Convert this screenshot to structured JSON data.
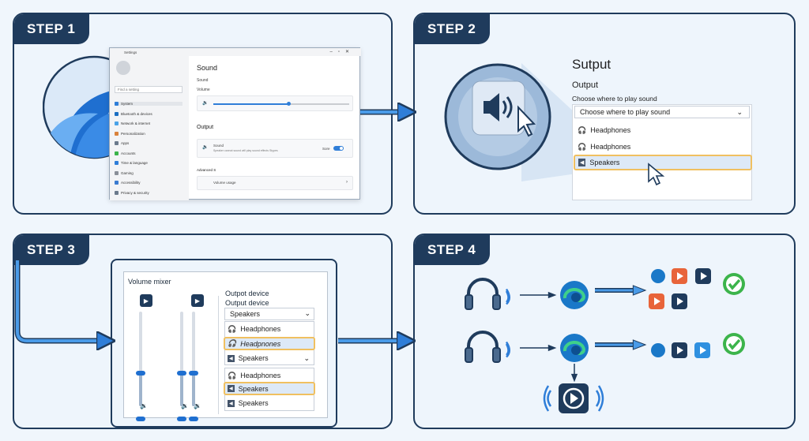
{
  "steps": [
    {
      "label": "STEP 1"
    },
    {
      "label": "STEP 2"
    },
    {
      "label": "STEP 3"
    },
    {
      "label": "STEP 4"
    }
  ],
  "step1": {
    "window_title": "Settings",
    "search_placeholder": "Find a setting",
    "nav": [
      "System",
      "Bluetooth & devices",
      "Network & internet",
      "Personalization",
      "Apps",
      "Accounts",
      "Time & language",
      "Gaming",
      "Accessibility",
      "Privacy & security"
    ],
    "page_title": "Sound",
    "section_label": "Sound",
    "volume_label": "Volume",
    "volume_fraction": 0.55,
    "output_heading": "Output",
    "output_item_title": "Sound",
    "output_item_sub": "Speaker cannot sound will play sound effects Stypes",
    "output_toggle_label": "Sore",
    "advanced_label": "Advanced S",
    "volume_usage": "Volume usage"
  },
  "step2": {
    "title": "Sutput",
    "output_label": "Output",
    "choose_label": "Choose where to play sound",
    "select_value": "Choose where to play sound",
    "options": [
      "Headphones",
      "Headphones",
      "Speakers"
    ]
  },
  "step3": {
    "mixer_title": "Volume mixer",
    "output_device_1": "Outpot device",
    "output_device_2": "Output device",
    "select_value": "Speakers",
    "list1": [
      "Headphones",
      "Headpnones",
      "Speakers"
    ],
    "list2": [
      "Headphones",
      "Speakers",
      "Speakers"
    ],
    "slider_levels": [
      0.35,
      0.35,
      0.35
    ]
  },
  "colors": {
    "navy": "#1f3b5c",
    "accent": "#2f7ed8",
    "highlight": "#f0c060",
    "check": "#3cb44b"
  }
}
